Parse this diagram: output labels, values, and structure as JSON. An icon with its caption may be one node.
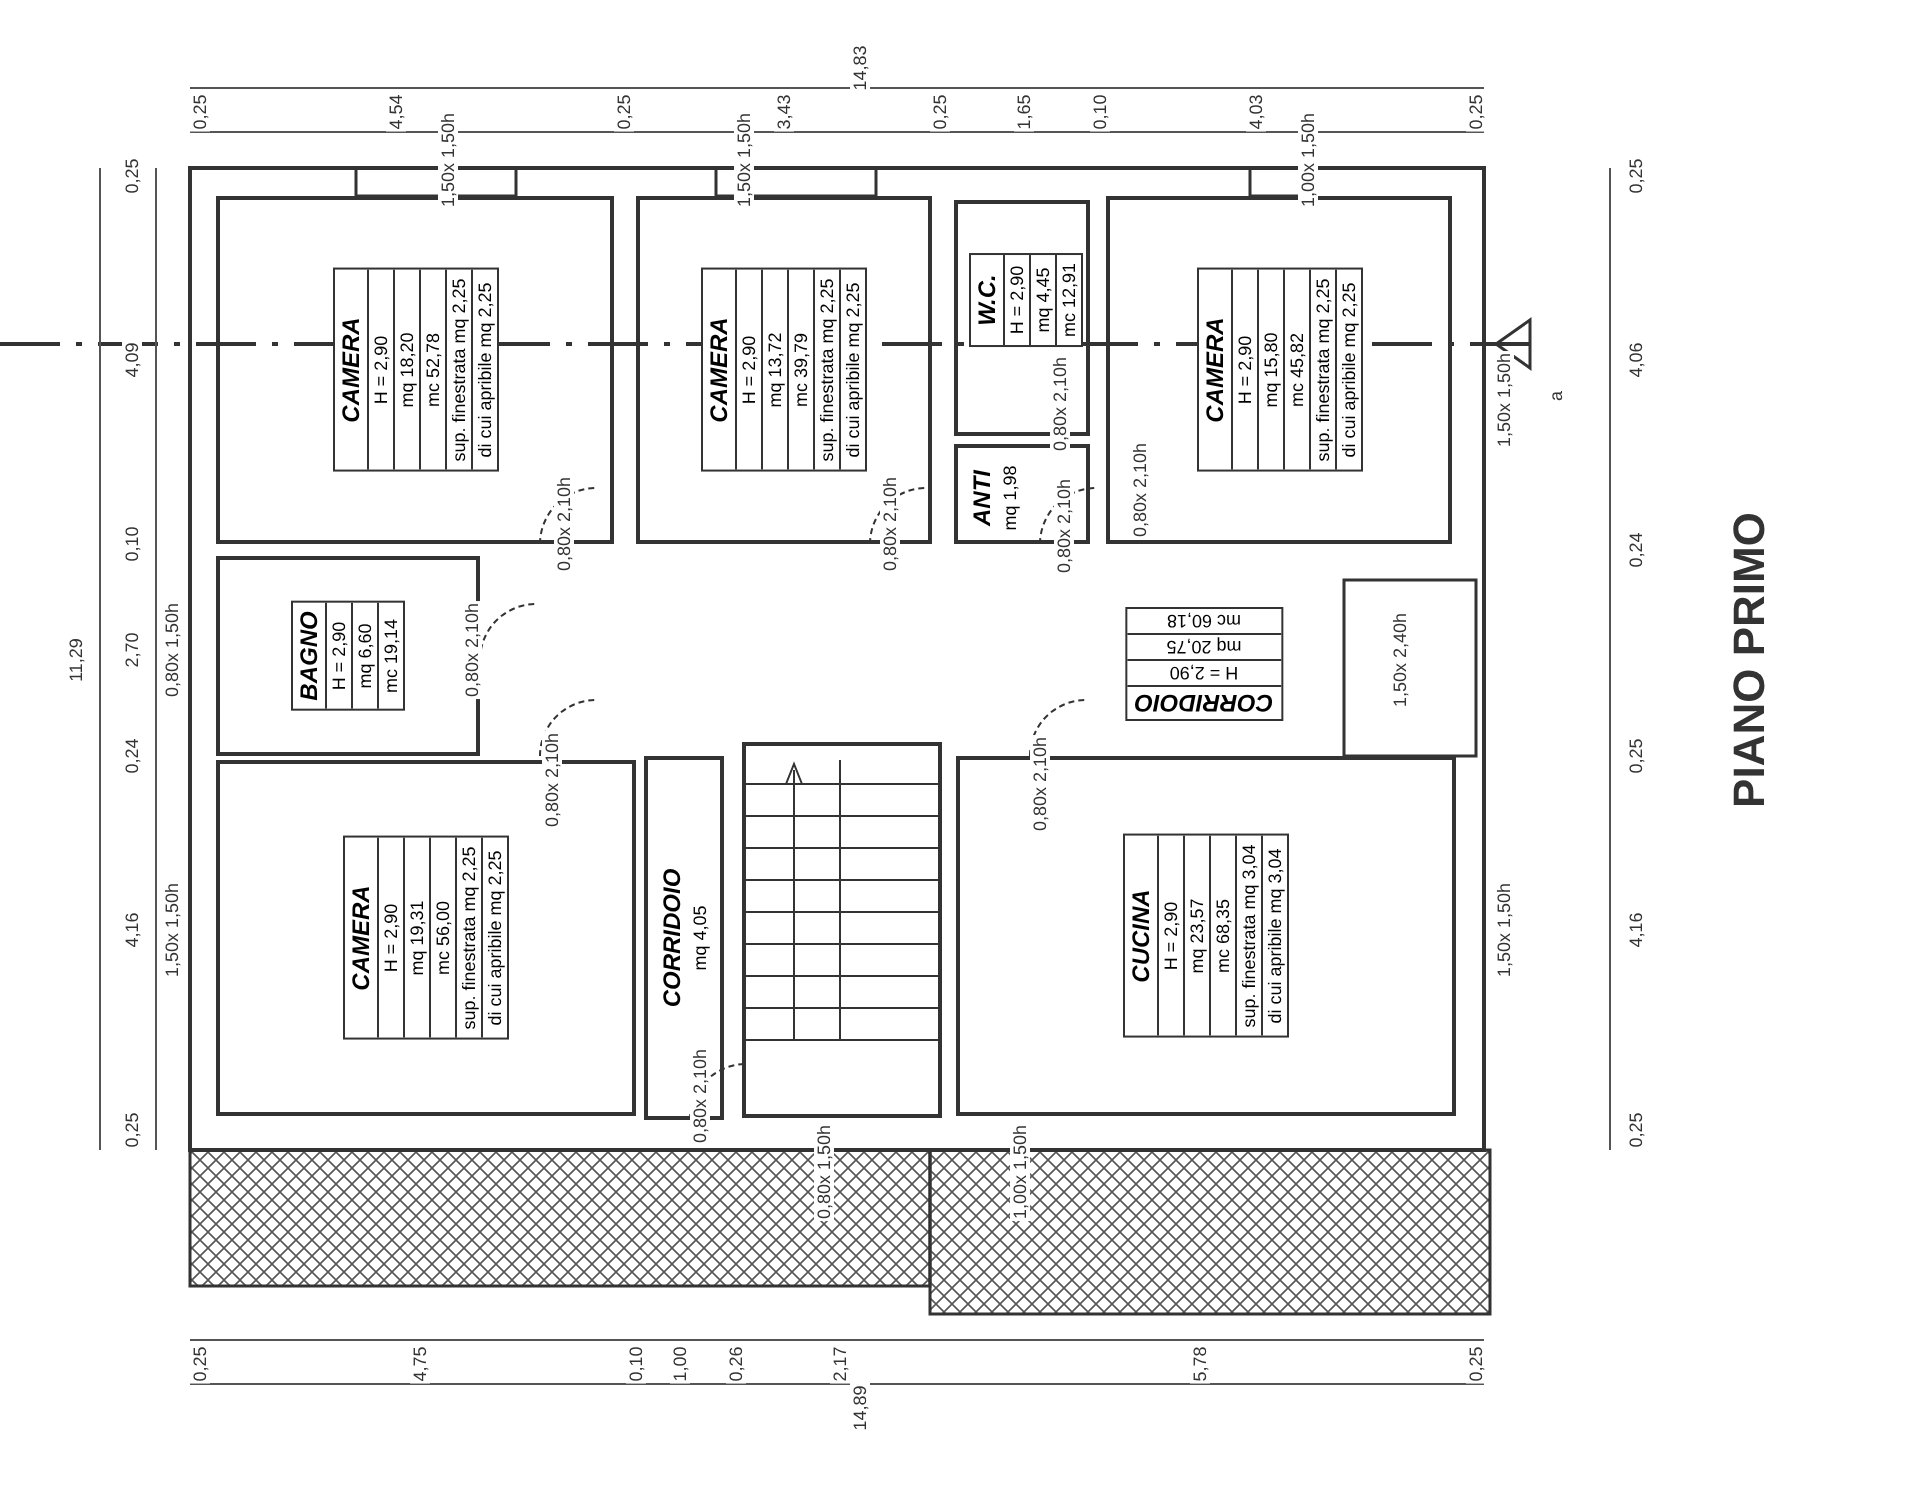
{
  "diagram": {
    "nodes": [
      {
        "text": [
          "CAMERA",
          "H = 2,90",
          "mq 18,20",
          "mc 52,78",
          "sup. finestrata mq 2,25",
          "di cui apribile mq 2,25"
        ]
      },
      {
        "text": [
          "CAMERA",
          "H = 2,90",
          "mq 13,72",
          "mc 39,79",
          "sup. finestrata mq 2,25",
          "di cui apribile mq 2,25"
        ]
      },
      {
        "text": [
          "W.C.",
          "H = 2,90",
          "mq 4,45",
          "mc 12,91"
        ]
      },
      {
        "text": [
          "CAMERA",
          "H = 2,90",
          "mq 15,80",
          "mc 45,82",
          "sup. finestrata mq 2,25",
          "di cui apribile mq 2,25"
        ]
      },
      {
        "text": [
          "ANTI",
          "mq 1,98"
        ]
      },
      {
        "text": [
          "BAGNO",
          "H = 2,90",
          "mq 6,60",
          "mc 19,14"
        ]
      },
      {
        "text": [
          "CORRIDOIO",
          "H = 2,90",
          "mq 20,75",
          "mc 60,18"
        ]
      },
      {
        "text": [
          "CAMERA",
          "H = 2,90",
          "mq 19,31",
          "mc 56,00",
          "sup. finestrata mq 2,25",
          "di cui apribile mq 2,25"
        ]
      },
      {
        "text": [
          "CORRIDOIO",
          "mq 4,05"
        ]
      },
      {
        "text": [
          "CUCINA",
          "H = 2,90",
          "mq 23,57",
          "mc 68,35",
          "sup. finestrata mq 3,04",
          "di cui apribile mq 3,04"
        ]
      }
    ],
    "edges": [],
    "labels": [
      "14,83",
      "0,25",
      "4,54",
      "0,25",
      "3,43",
      "0,25",
      "1,65",
      "0,10",
      "4,03",
      "0,25",
      "1,50x 1,50h",
      "1,50x 1,50h",
      "1,00x 1,50h",
      "0,25",
      "4,09",
      "0,10",
      "2,70",
      "0,24",
      "4,16",
      "0,25",
      "11,29",
      "0,80x 1,50h",
      "1,50x 1,50h",
      "0,25",
      "4,06",
      "0,24",
      "0,25",
      "4,16",
      "0,25",
      "1,50x 1,50h",
      "1,50x 2,40h",
      "1,50x 1,50h",
      "0,25",
      "4,75",
      "0,10",
      "1,00",
      "0,26",
      "2,17",
      "5,78",
      "0,25",
      "14,89",
      "0,80x 1,50h",
      "1,00x 1,50h",
      "0,80x 2,10h",
      "0,80x 2,10h",
      "0,80x 2,10h",
      "0,80x 2,10h",
      "0,80x 2,10h",
      "0,80x 2,10h",
      "0,80x 2,10h",
      "0,80x 2,10h",
      "0,80x 2,10h",
      "a",
      "PIANO PRIMO"
    ]
  }
}
